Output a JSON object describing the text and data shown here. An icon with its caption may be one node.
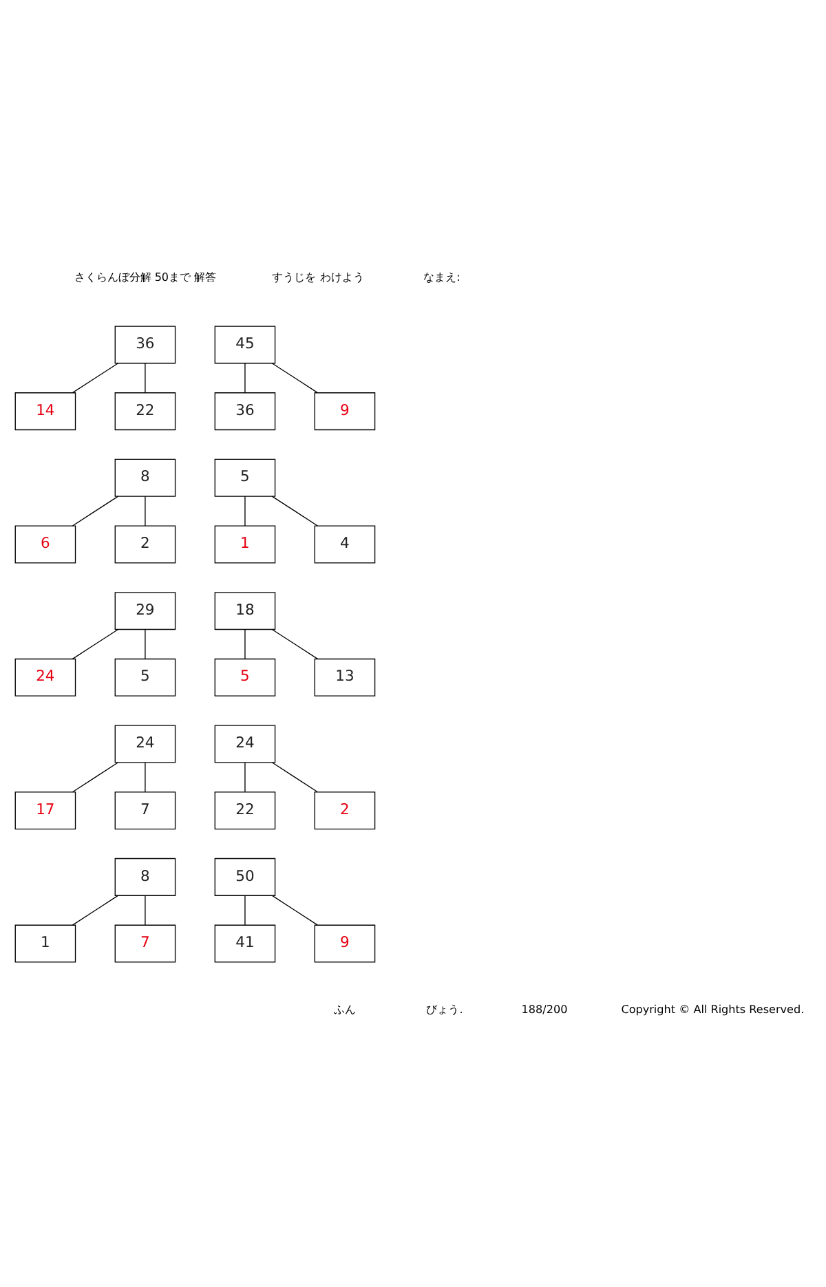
{
  "diagram": {
    "nodes": [
      {
        "text": [
          "36"
        ]
      },
      {
        "text": [
          "45"
        ]
      },
      {
        "text": [
          "14"
        ]
      },
      {
        "text": [
          "22"
        ]
      },
      {
        "text": [
          "36"
        ]
      },
      {
        "text": [
          "9"
        ]
      },
      {
        "text": [
          "8"
        ]
      },
      {
        "text": [
          "5"
        ]
      },
      {
        "text": [
          "6"
        ]
      },
      {
        "text": [
          "2"
        ]
      },
      {
        "text": [
          "1"
        ]
      },
      {
        "text": [
          "4"
        ]
      },
      {
        "text": [
          "29"
        ]
      },
      {
        "text": [
          "18"
        ]
      },
      {
        "text": [
          "24"
        ]
      },
      {
        "text": [
          "5"
        ]
      },
      {
        "text": [
          "5"
        ]
      },
      {
        "text": [
          "13"
        ]
      },
      {
        "text": [
          "24"
        ]
      },
      {
        "text": [
          "24"
        ]
      },
      {
        "text": [
          "17"
        ]
      },
      {
        "text": [
          "7"
        ]
      },
      {
        "text": [
          "22"
        ]
      },
      {
        "text": [
          "2"
        ]
      },
      {
        "text": [
          "8"
        ]
      },
      {
        "text": [
          "50"
        ]
      },
      {
        "text": [
          "1"
        ]
      },
      {
        "text": [
          "7"
        ]
      },
      {
        "text": [
          "41"
        ]
      },
      {
        "text": [
          "9"
        ]
      }
    ],
    "edges": [
      {
        "from": 0,
        "to": 2,
        "arrow": "none"
      },
      {
        "from": 0,
        "to": 3,
        "arrow": "none"
      },
      {
        "from": 1,
        "to": 4,
        "arrow": "none"
      },
      {
        "from": 1,
        "to": 5,
        "arrow": "none"
      },
      {
        "from": 6,
        "to": 8,
        "arrow": "none"
      },
      {
        "from": 6,
        "to": 9,
        "arrow": "none"
      },
      {
        "from": 7,
        "to": 10,
        "arrow": "none"
      },
      {
        "from": 7,
        "to": 11,
        "arrow": "none"
      },
      {
        "from": 12,
        "to": 14,
        "arrow": "none"
      },
      {
        "from": 12,
        "to": 15,
        "arrow": "none"
      },
      {
        "from": 13,
        "to": 16,
        "arrow": "none"
      },
      {
        "from": 13,
        "to": 17,
        "arrow": "none"
      },
      {
        "from": 18,
        "to": 20,
        "arrow": "none"
      },
      {
        "from": 18,
        "to": 21,
        "arrow": "none"
      },
      {
        "from": 19,
        "to": 22,
        "arrow": "none"
      },
      {
        "from": 19,
        "to": 23,
        "arrow": "none"
      },
      {
        "from": 24,
        "to": 26,
        "arrow": "none"
      },
      {
        "from": 24,
        "to": 27,
        "arrow": "none"
      },
      {
        "from": 25,
        "to": 28,
        "arrow": "none"
      },
      {
        "from": 25,
        "to": 29,
        "arrow": "none"
      }
    ],
    "labels": [
      "さくらんぼ分解 50まで 解答",
      "すうじを わけよう",
      "なまえ:",
      "ふん",
      "びょう.",
      "188/200",
      "Copyright © All Rights Reserved."
    ]
  }
}
